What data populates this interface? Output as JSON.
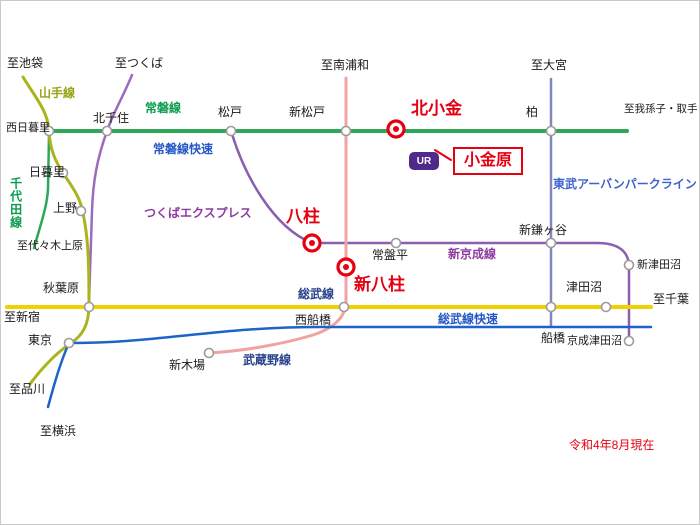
{
  "colors": {
    "yamanote": "#aab41e",
    "yamanote_text": "#93a312",
    "joban": "#2ea858",
    "joban_text": "#0b9b4e",
    "rapid_text": "#2457c5",
    "chiyoda": "#2ea858",
    "tx": "#9a6cbe",
    "tx_text": "#8e3ba0",
    "shinkeisei": "#8a5fb0",
    "tobu": "#8585bd",
    "tobu_text": "#3f63cc",
    "sobu": "#f3d000",
    "navy_text": "#27408b",
    "sobu_rapid": "#1e64c8",
    "musashino": "#f0a3a3",
    "red": "#e60012",
    "station_stroke": "#9b9b9b",
    "ur": "#502a8a"
  },
  "line_labels": {
    "yamanote": "山手線",
    "joban": "常磐線",
    "joban_rapid": "常磐線快速",
    "chiyoda": "千代田線",
    "tsukuba_express": "つくばエクスプレス",
    "shinkeisei": "新京成線",
    "tobu_urban_park": "東武アーバンパークライン",
    "sobu": "総武線",
    "sobu_rapid": "総武線快速",
    "musashino": "武蔵野線"
  },
  "stations": {
    "nishi_nippori": "西日暮里",
    "nippori": "日暮里",
    "ueno": "上野",
    "akihabara": "秋葉原",
    "tokyo": "東京",
    "kita_senju": "北千住",
    "matsudo": "松戸",
    "shin_matsudo": "新松戸",
    "kashiwa": "柏",
    "tokiwadaira": "常盤平",
    "shin_kamagaya": "新鎌ヶ谷",
    "nishi_funabashi": "西船橋",
    "funabashi": "船橋",
    "tsudanuma": "津田沼",
    "shin_tsudanuma": "新津田沼",
    "keisei_tsudanuma": "京成津田沼",
    "shin_kiba": "新木場"
  },
  "highlights": {
    "kita_kogane": "北小金",
    "yabashira": "八柱",
    "shin_yabashira": "新八柱",
    "koganehara": "小金原",
    "ur_logo": "UR"
  },
  "directions": {
    "ikebukuro": "至池袋",
    "tsukuba": "至つくば",
    "minami_urawa": "至南浦和",
    "omiya": "至大宮",
    "abiko_toride": "至我孫子・取手",
    "chiba": "至千葉",
    "shinjuku": "至新宿",
    "yoyogi_uehara": "至代々木上原",
    "shinagawa": "至品川",
    "yokohama": "至横浜"
  },
  "note": "令和4年8月現在"
}
